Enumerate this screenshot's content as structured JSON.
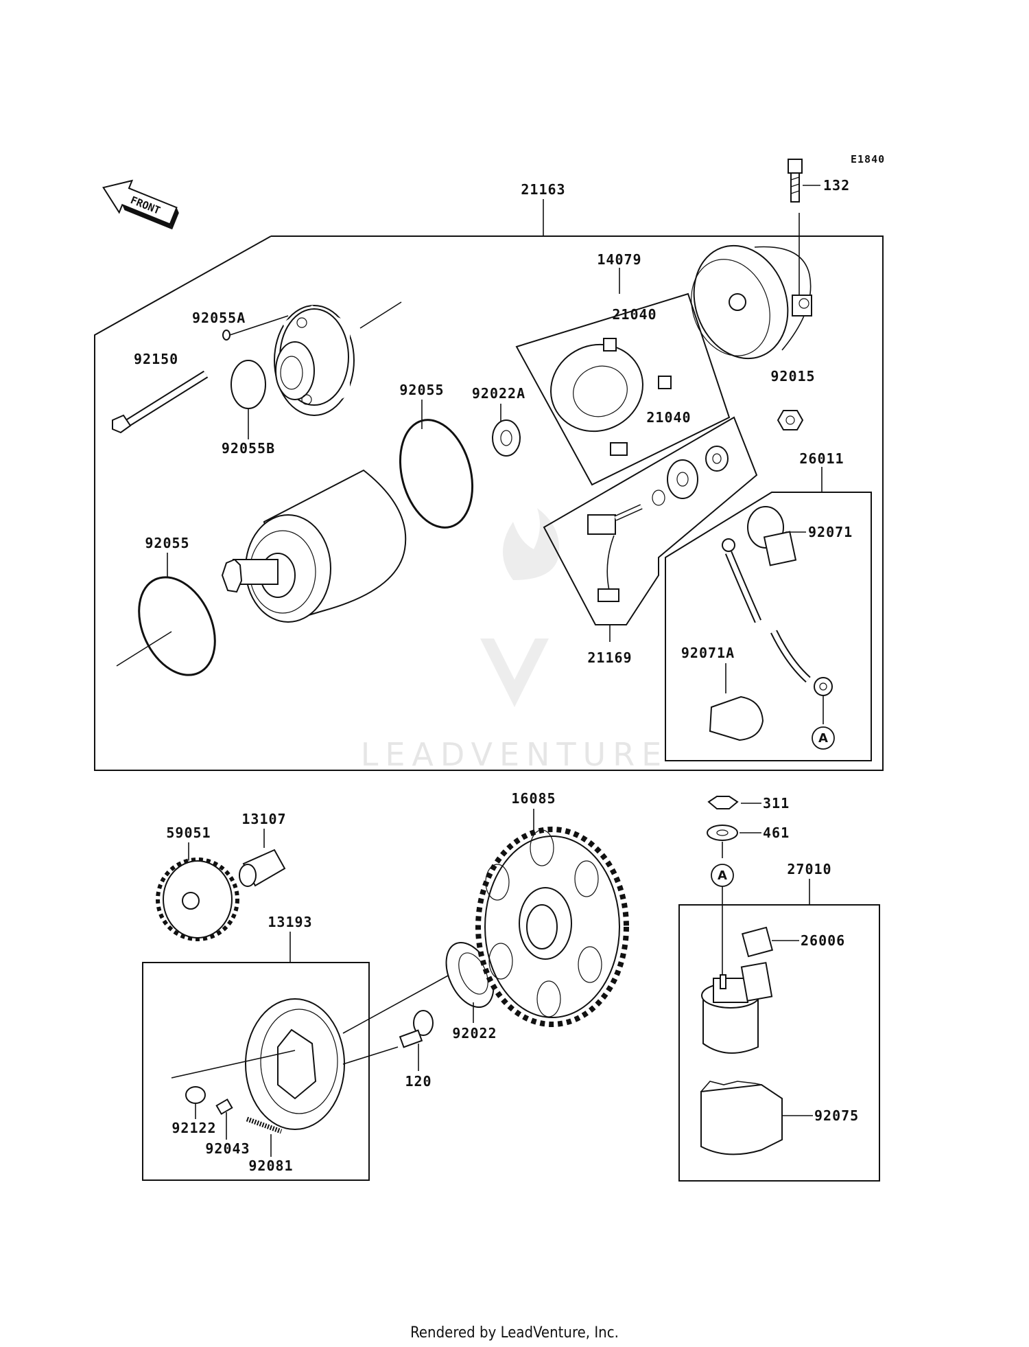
{
  "diagram_code": "E1840",
  "front_arrow": "FRONT",
  "ref_mark": "A",
  "parts": {
    "p21163": "21163",
    "p132": "132",
    "p14079": "14079",
    "p21040a": "21040",
    "p21040b": "21040",
    "p92015": "92015",
    "p92055A": "92055A",
    "p92150": "92150",
    "p92055B": "92055B",
    "p92055_top": "92055",
    "p92022A": "92022A",
    "p26011": "26011",
    "p92071": "92071",
    "p92055_left": "92055",
    "p21169": "21169",
    "p92071A": "92071A",
    "p16085": "16085",
    "p311": "311",
    "p461": "461",
    "p59051": "59051",
    "p13107": "13107",
    "p27010": "27010",
    "p13193": "13193",
    "p26006": "26006",
    "p92022": "92022",
    "p120": "120",
    "p92122": "92122",
    "p92043": "92043",
    "p92081": "92081",
    "p92075": "92075"
  },
  "watermark": "LEADVENTURE",
  "footer": "Rendered by LeadVenture, Inc."
}
